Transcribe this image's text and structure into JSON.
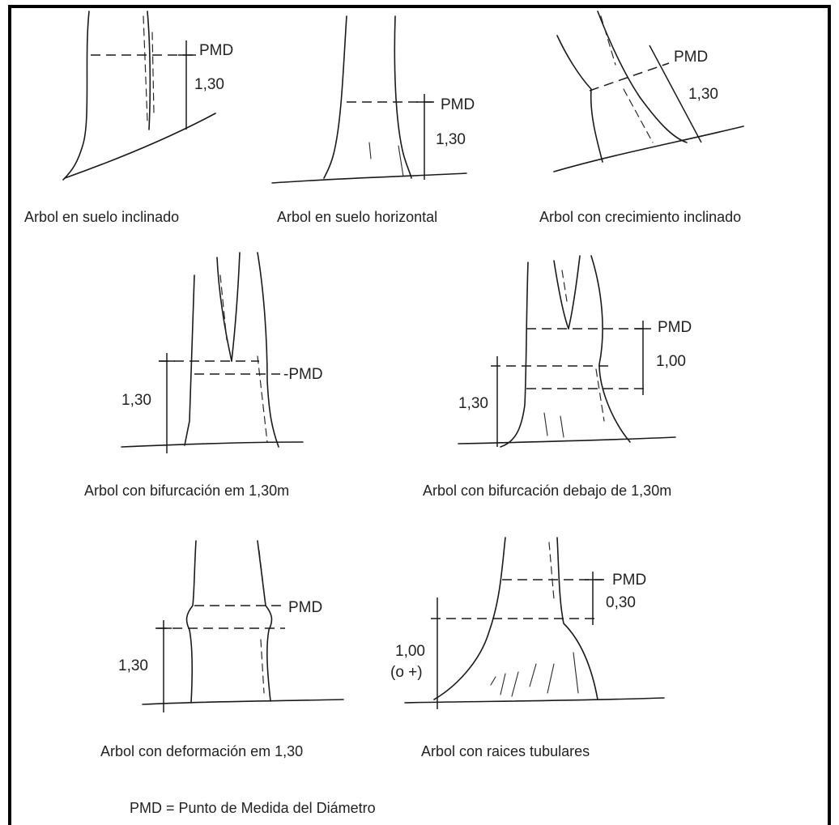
{
  "labels": {
    "pmd": "PMD",
    "h130": "1,30",
    "h100": "1,00",
    "h030": "0,30",
    "o_plus": "(o +)",
    "pmd_dash": "-PMD"
  },
  "captions": {
    "t1": "Arbol en suelo inclinado",
    "t2": "Arbol en suelo horizontal",
    "t3": "Arbol con crecimiento inclinado",
    "t4": "Arbol con bifurcación em 1,30m",
    "t5": "Arbol con bifurcación debajo de 1,30m",
    "t6": "Arbol con deformación em 1,30",
    "t7": "Arbol con raices tubulares"
  },
  "legend": "PMD = Punto de Medida del Diámetro"
}
